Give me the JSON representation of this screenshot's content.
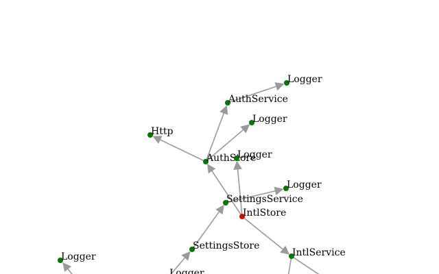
{
  "graph": {
    "nodes": [
      {
        "id": "n_logger_top",
        "label": "Logger",
        "color": "#007a00"
      },
      {
        "id": "n_authservice",
        "label": "AuthService",
        "color": "#007a00"
      },
      {
        "id": "n_logger_2",
        "label": "Logger",
        "color": "#007a00"
      },
      {
        "id": "n_http",
        "label": "Http",
        "color": "#007a00"
      },
      {
        "id": "n_authstore",
        "label": "AuthStore",
        "color": "#007a00"
      },
      {
        "id": "n_logger_3",
        "label": "Logger",
        "color": "#007a00"
      },
      {
        "id": "n_logger_4",
        "label": "Logger",
        "color": "#007a00"
      },
      {
        "id": "n_settingsservice",
        "label": "SettingsService",
        "color": "#007a00"
      },
      {
        "id": "n_intlstore",
        "label": "IntlStore",
        "color": "#e00000"
      },
      {
        "id": "n_settingsstore",
        "label": "SettingsStore",
        "color": "#007a00"
      },
      {
        "id": "n_intlservice",
        "label": "IntlService",
        "color": "#007a00"
      },
      {
        "id": "n_logger_left",
        "label": "Logger",
        "color": "#007a00"
      },
      {
        "id": "n_logger_bottom",
        "label": "Logger",
        "color": "#007a00"
      }
    ],
    "edges": [
      {
        "from": "n_intlstore",
        "to": "n_authstore"
      },
      {
        "from": "n_intlstore",
        "to": "n_logger_3"
      },
      {
        "from": "n_intlstore",
        "to": "n_intlservice"
      },
      {
        "from": "n_authstore",
        "to": "n_http"
      },
      {
        "from": "n_authstore",
        "to": "n_authservice"
      },
      {
        "from": "n_authstore",
        "to": "n_logger_2"
      },
      {
        "from": "n_authservice",
        "to": "n_logger_top"
      },
      {
        "from": "n_settingsstore",
        "to": "n_settingsservice"
      },
      {
        "from": "n_settingsservice",
        "to": "n_logger_4"
      },
      {
        "from": "n_logger_bottom",
        "to": "n_settingsstore"
      }
    ],
    "edge_color": "#9a9a9a"
  }
}
